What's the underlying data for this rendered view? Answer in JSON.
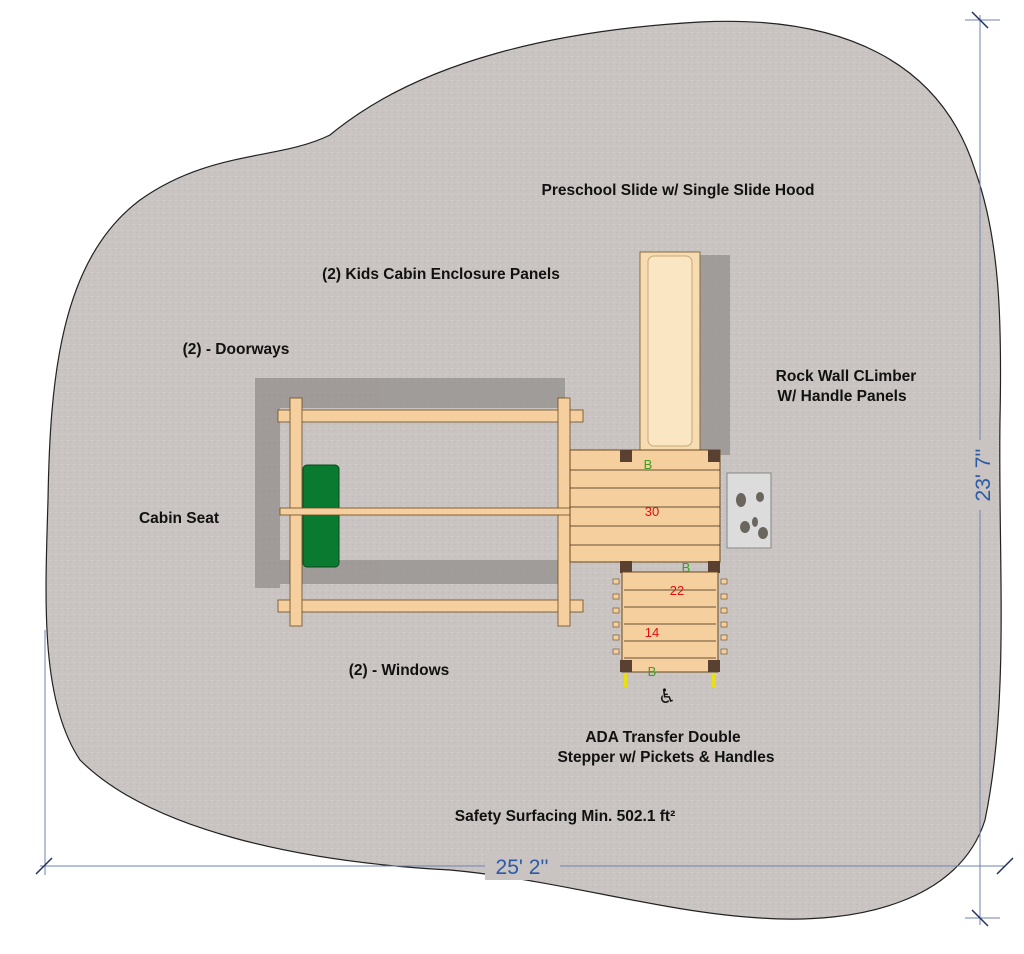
{
  "labels": {
    "slide": "Preschool Slide w/ Single Slide Hood",
    "cabin_panels": "(2) Kids Cabin Enclosure Panels",
    "doorways": "(2) - Doorways",
    "rock_wall_1": "Rock Wall CLimber",
    "rock_wall_2": "W/ Handle Panels",
    "cabin_seat": "Cabin Seat",
    "windows": "(2) - Windows",
    "ada_1": "ADA Transfer Double",
    "ada_2": "Stepper w/ Pickets & Handles",
    "surfacing": "Safety Surfacing Min. 502.1 ft²"
  },
  "dimensions": {
    "width": "25' 2''",
    "depth": "23' 7''"
  },
  "deck_heights": {
    "main": "30",
    "step_upper": "22",
    "step_lower": "14"
  },
  "barrier_marks": [
    "B",
    "B",
    "B"
  ],
  "colors": {
    "surface": "#c9c4c1",
    "wood": "#f5cf9e",
    "dimension": "#2a5aa8",
    "seat": "#0a7a30"
  }
}
